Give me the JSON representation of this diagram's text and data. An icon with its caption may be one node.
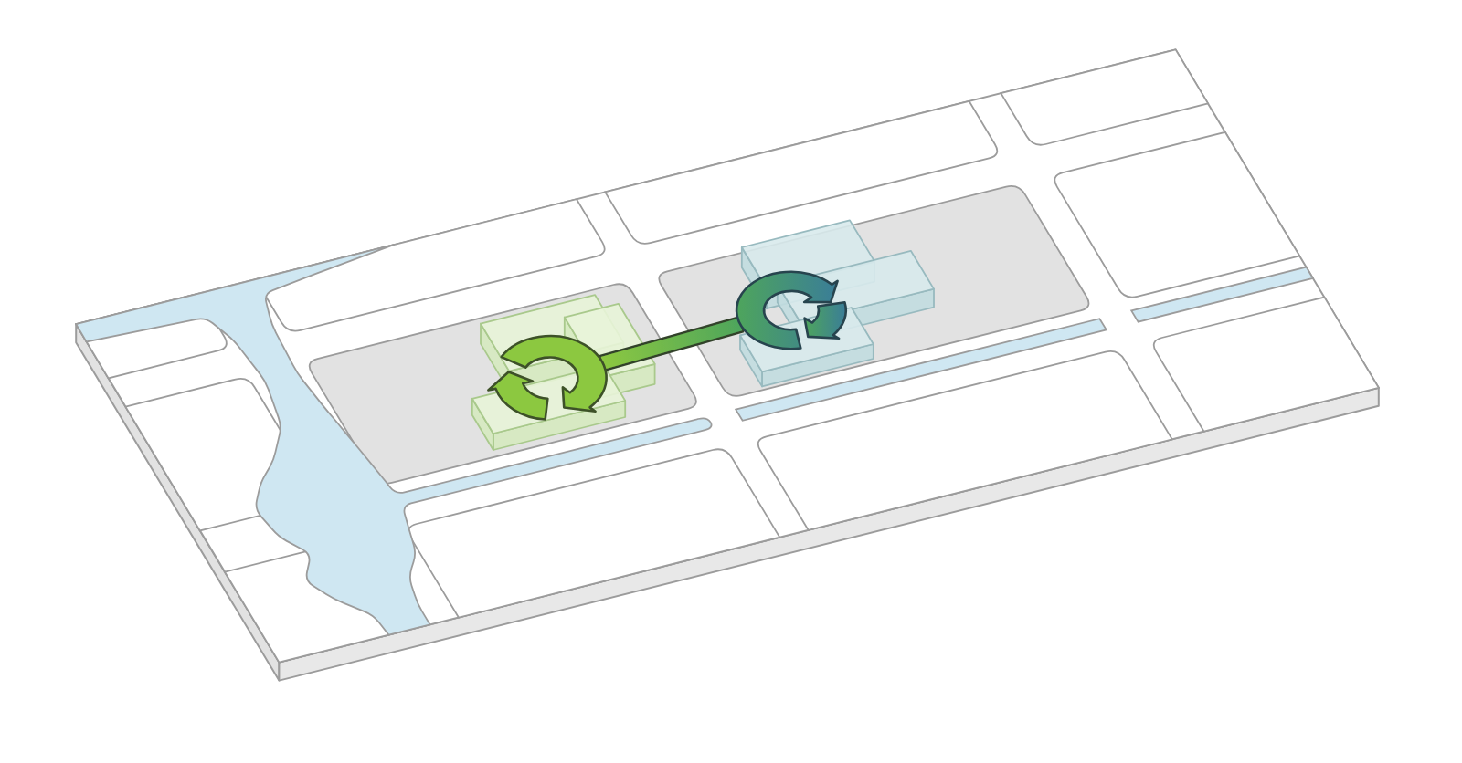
{
  "diagram": {
    "nodes": [
      {
        "text": [],
        "shape": "circle"
      },
      {
        "text": [],
        "shape": "circle"
      }
    ],
    "edges": [
      {
        "from": 0,
        "to": 1,
        "arrow": "none"
      }
    ]
  }
}
